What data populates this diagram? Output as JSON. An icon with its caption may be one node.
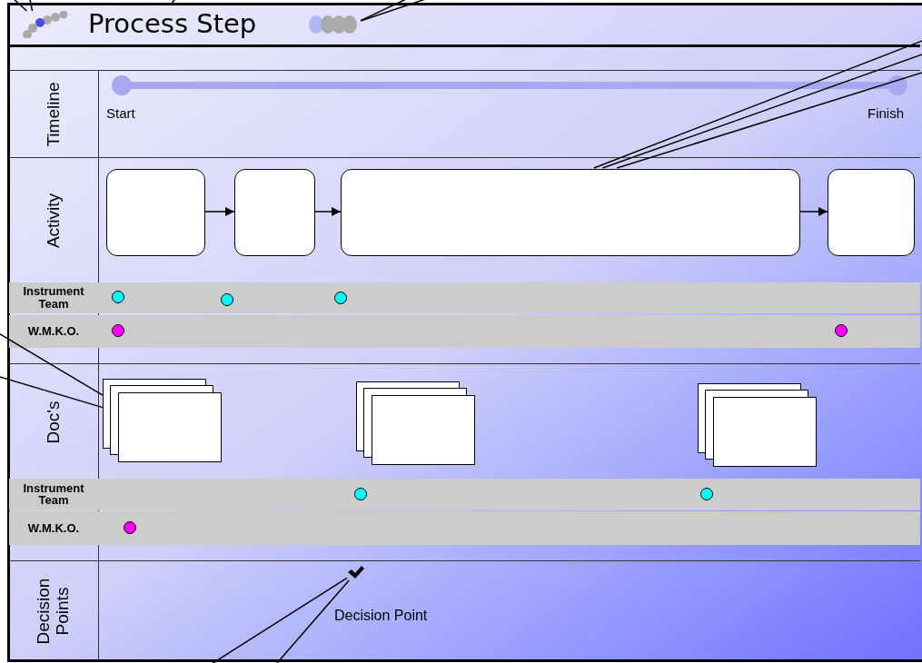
{
  "diagram": {
    "nodes": [
      {
        "text": [
          "Process Step"
        ]
      },
      {
        "text": [],
        "shape": "picture",
        "in": 0
      },
      {
        "text": [],
        "shape": "picture",
        "in": 0
      },
      {
        "text": [
          "Timeline"
        ]
      },
      {
        "text": [
          "Activity"
        ]
      },
      {
        "text": [],
        "shape": "box",
        "in": 4
      },
      {
        "text": [],
        "shape": "box",
        "in": 4
      },
      {
        "text": [],
        "shape": "box",
        "in": 4
      },
      {
        "text": [],
        "shape": "box",
        "in": 4
      },
      {
        "text": [
          "Instrument Team"
        ]
      },
      {
        "text": [],
        "shape": "circle",
        "in": 9
      },
      {
        "text": [],
        "shape": "circle",
        "in": 9
      },
      {
        "text": [],
        "shape": "circle",
        "in": 9
      },
      {
        "text": [
          "W.M.K.O."
        ]
      },
      {
        "text": [],
        "shape": "circle",
        "in": 13
      },
      {
        "text": [],
        "shape": "circle",
        "in": 13
      },
      {
        "text": [
          "Doc's"
        ]
      },
      {
        "text": [],
        "shape": "document",
        "in": 16
      },
      {
        "text": [],
        "shape": "document",
        "in": 16
      },
      {
        "text": [],
        "shape": "document",
        "in": 16
      },
      {
        "text": [
          "Instrument Team"
        ]
      },
      {
        "text": [],
        "shape": "circle",
        "in": 20
      },
      {
        "text": [],
        "shape": "circle",
        "in": 20
      },
      {
        "text": [
          "W.M.K.O."
        ]
      },
      {
        "text": [],
        "shape": "circle",
        "in": 23
      },
      {
        "text": [
          "Decision Points"
        ]
      },
      {
        "text": [],
        "shape": "checkmark",
        "in": 25,
        "beside": [
          "Decision Point"
        ]
      }
    ],
    "edges": [
      {
        "from": 5,
        "to": 6,
        "arrow": "to"
      },
      {
        "from": 6,
        "to": 7,
        "arrow": "to"
      },
      {
        "from": 7,
        "to": 8,
        "arrow": "to"
      },
      {
        "from": null,
        "to": 1,
        "arrow": "none"
      },
      {
        "from": null,
        "to": 1,
        "arrow": "none"
      },
      {
        "from": null,
        "to": 0,
        "arrow": "none"
      },
      {
        "from": null,
        "to": 2,
        "arrow": "none"
      },
      {
        "from": null,
        "to": 2,
        "arrow": "none"
      },
      {
        "from": null,
        "to": 7,
        "arrow": "none"
      },
      {
        "from": null,
        "to": 7,
        "arrow": "none"
      },
      {
        "from": null,
        "to": 7,
        "arrow": "none"
      },
      {
        "from": null,
        "to": 17,
        "arrow": "none"
      },
      {
        "from": null,
        "to": 17,
        "arrow": "none"
      },
      {
        "from": null,
        "to": 26,
        "arrow": "none"
      },
      {
        "from": null,
        "to": 26,
        "arrow": "none"
      }
    ],
    "labels": [
      "Start",
      "Finish"
    ]
  }
}
